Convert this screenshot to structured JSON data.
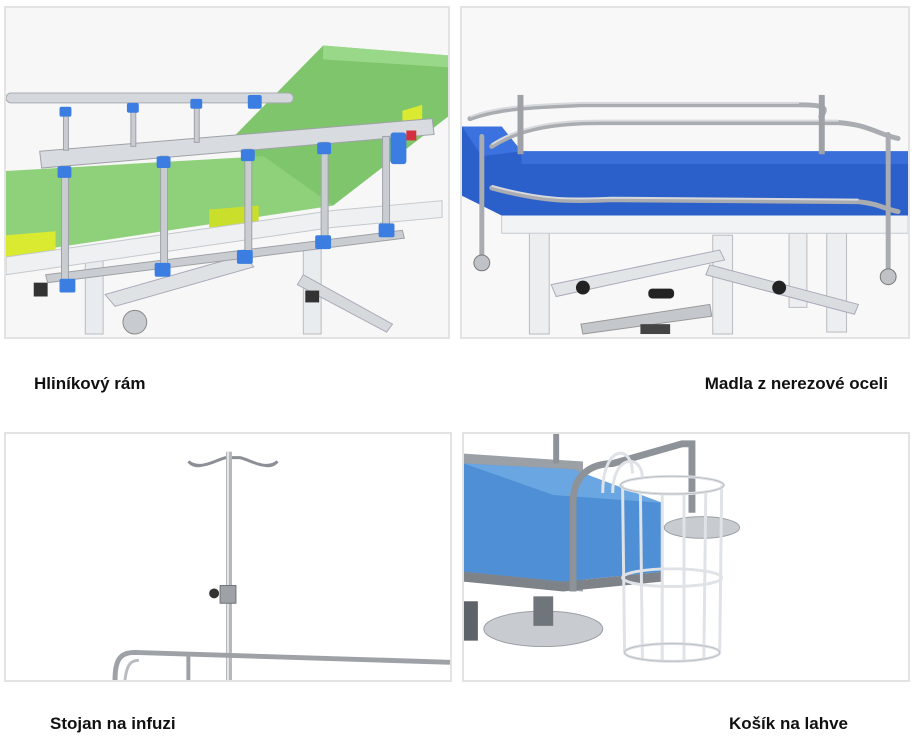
{
  "gallery": {
    "items": [
      {
        "caption": "Hliníkový rám",
        "image": "aluminium-frame-photo"
      },
      {
        "caption": "Madla z nerezové oceli",
        "image": "stainless-handrails-photo"
      },
      {
        "caption": "Stojan na infuzi",
        "image": "iv-stand-photo"
      },
      {
        "caption": "Košík na lahve",
        "image": "bottle-basket-photo"
      }
    ]
  },
  "colors": {
    "mattress_green": "#8fd17a",
    "mattress_blue": "#2b5fc9",
    "mattress_light_blue": "#4e8fd6",
    "frame_white": "#eef0f2",
    "rail_silver": "#c9ccd0",
    "clip_blue": "#3b7de0",
    "caption_text": "#111111"
  }
}
